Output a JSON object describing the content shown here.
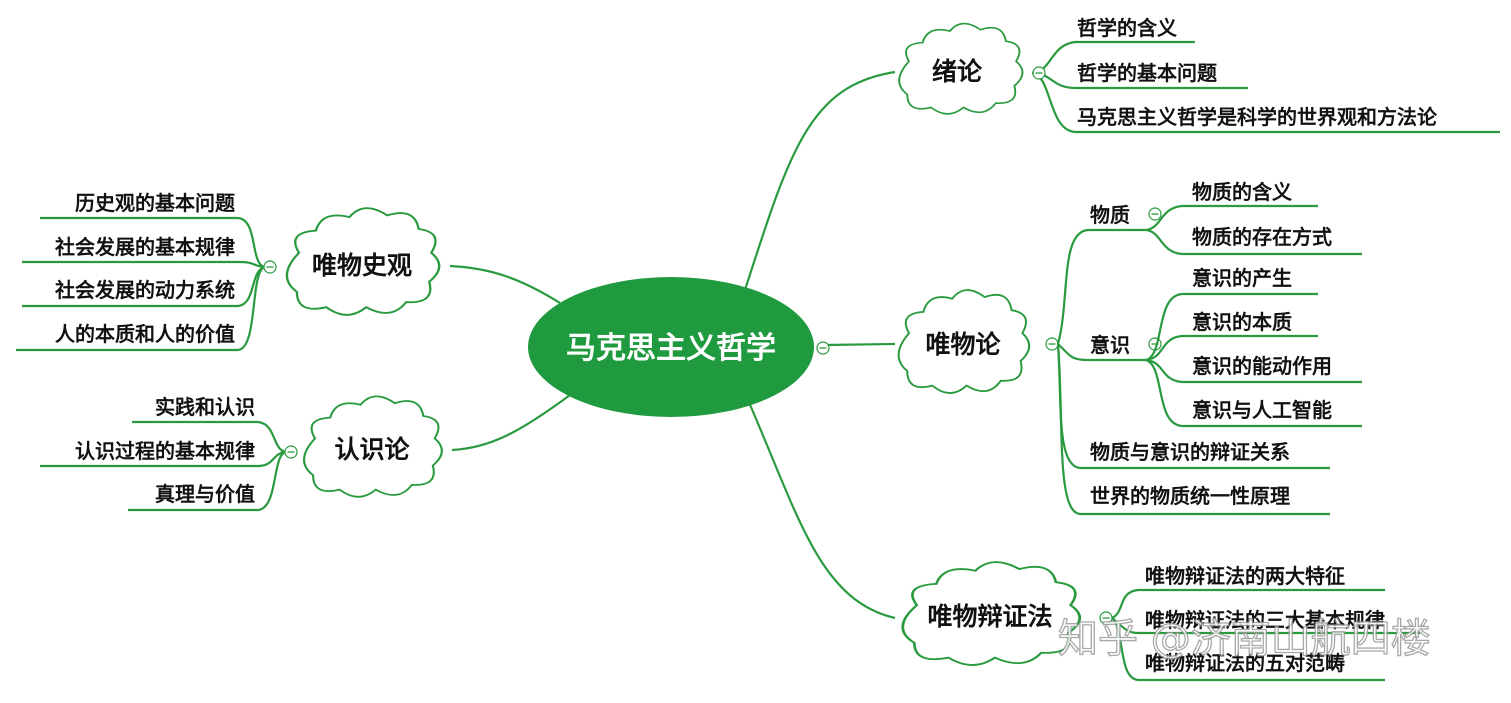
{
  "root": {
    "label": "马克思主义哲学"
  },
  "branches": {
    "xulun": {
      "label": "绪论",
      "items": [
        "哲学的含义",
        "哲学的基本问题",
        "马克思主义哲学是科学的世界观和方法论"
      ]
    },
    "weiwulun": {
      "label": "唯物论",
      "wuzhi": {
        "label": "物质",
        "items": [
          "物质的含义",
          "物质的存在方式"
        ]
      },
      "yishi": {
        "label": "意识",
        "items": [
          "意识的产生",
          "意识的本质",
          "意识的能动作用",
          "意识与人工智能"
        ]
      },
      "items": [
        "物质与意识的辩证关系",
        "世界的物质统一性原理"
      ]
    },
    "bianzhengfa": {
      "label": "唯物辩证法",
      "items": [
        "唯物辩证法的两大特征",
        "唯物辩证法的三大基本规律",
        "唯物辩证法的五对范畴"
      ]
    },
    "lishiguan": {
      "label": "唯物史观",
      "items": [
        "历史观的基本问题",
        "社会发展的基本规律",
        "社会发展的动力系统",
        "人的本质和人的价值"
      ]
    },
    "renshilun": {
      "label": "认识论",
      "items": [
        "实践和认识",
        "认识过程的基本规律",
        "真理与价值"
      ]
    }
  },
  "watermark": "知乎 @济南山航四楼",
  "colors": {
    "line": "#2a9a3f",
    "root_fill": "#1f9a3f",
    "background": "#ffffff"
  }
}
